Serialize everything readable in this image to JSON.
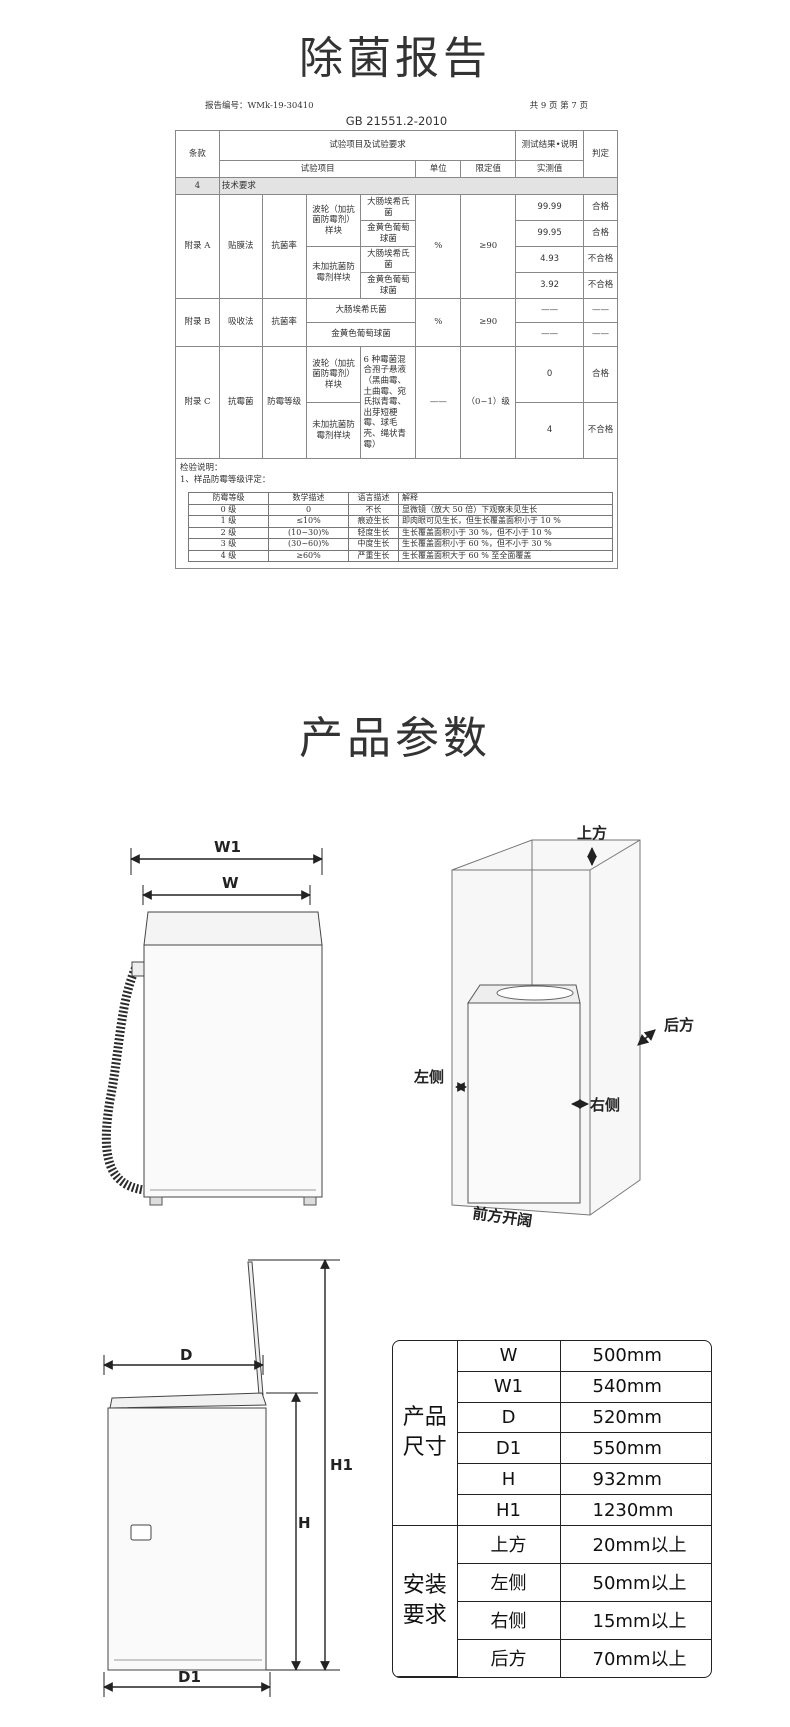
{
  "section1_title": "除菌报告",
  "section2_title": "产品参数",
  "report": {
    "report_no": "报告编号：WMk-19-30410",
    "page_info": "共 9 页 第 7 页",
    "standard": "GB 21551.2-2010",
    "header": {
      "clause": "条款",
      "test_item_req": "试验项目及试验要求",
      "result_note": "测试结果•说明",
      "judge": "判定",
      "test_item": "试验项目",
      "unit": "单位",
      "limit": "限定值",
      "measured": "实测值"
    },
    "section_row": {
      "no": "4",
      "text": "技术要求"
    },
    "appendix_a": {
      "clause": "附录 A",
      "method": "贴膜法",
      "rate": "抗菌率",
      "sample1": "波轮（加抗菌防霉剂）样块",
      "sample2": "未加抗菌防霉剂样块",
      "ecoli": "大肠埃希氏菌",
      "staph": "金黄色葡萄球菌",
      "unit": "%",
      "limit": "≥90",
      "v1": "99.99",
      "j1": "合格",
      "v2": "99.95",
      "j2": "合格",
      "v3": "4.93",
      "j3": "不合格",
      "v4": "3.92",
      "j4": "不合格"
    },
    "appendix_b": {
      "clause": "附录 B",
      "method": "吸收法",
      "rate": "抗菌率",
      "ecoli": "大肠埃希氏菌",
      "staph": "金黄色葡萄球菌",
      "unit": "%",
      "limit": "≥90",
      "dash": "——"
    },
    "appendix_c": {
      "clause": "附录 C",
      "method": "抗霉菌",
      "grade": "防霉等级",
      "sample1": "波轮（加抗菌防霉剂）样块",
      "sample2": "未加抗菌防霉剂样块",
      "mix": "6 种霉菌混合孢子悬液（黑曲霉、土曲霉、宛氏拟青霉、出芽短梗霉、球毛壳、绳状青霉）",
      "unit": "——",
      "limit": "（0~1）级",
      "v1": "0",
      "j1": "合格",
      "v2": "4",
      "j2": "不合格"
    },
    "notes_title": "检验说明：",
    "notes_line1": "1、样品防霉等级评定：",
    "grade_header": [
      "防霉等级",
      "数学描述",
      "语言描述",
      "解释"
    ],
    "grade_rows": [
      [
        "0 级",
        "0",
        "不长",
        "显微镜（放大 50 倍）下观察未见生长"
      ],
      [
        "1 级",
        "≤10%",
        "痕迹生长",
        "即肉眼可见生长，但生长覆盖面积小于 10 %"
      ],
      [
        "2 级",
        "(10~30)%",
        "轻度生长",
        "生长覆盖面积小于 30 %，但不小于 10 %"
      ],
      [
        "3 级",
        "(30~60)%",
        "中度生长",
        "生长覆盖面积小于 60 %，但不小于 30 %"
      ],
      [
        "4 级",
        "≥60%",
        "严重生长",
        "生长覆盖面积大于 60 % 至全面覆盖"
      ]
    ]
  },
  "diagram": {
    "w1": "W1",
    "w": "W",
    "top": "上方",
    "back": "后方",
    "left": "左侧",
    "right": "右侧",
    "front": "前方开阔",
    "d": "D",
    "d1": "D1",
    "h": "H",
    "h1": "H1"
  },
  "specs": {
    "group1": "产品尺寸",
    "group2": "安装要求",
    "rows": [
      {
        "label": "W",
        "value": "500mm"
      },
      {
        "label": "W1",
        "value": "540mm"
      },
      {
        "label": "D",
        "value": "520mm"
      },
      {
        "label": "D1",
        "value": "550mm"
      },
      {
        "label": "H",
        "value": "932mm"
      },
      {
        "label": "H1",
        "value": "1230mm"
      },
      {
        "label": "上方",
        "value": "20mm以上"
      },
      {
        "label": "左侧",
        "value": "50mm以上"
      },
      {
        "label": "右侧",
        "value": "15mm以上"
      },
      {
        "label": "后方",
        "value": "70mm以上"
      }
    ]
  }
}
